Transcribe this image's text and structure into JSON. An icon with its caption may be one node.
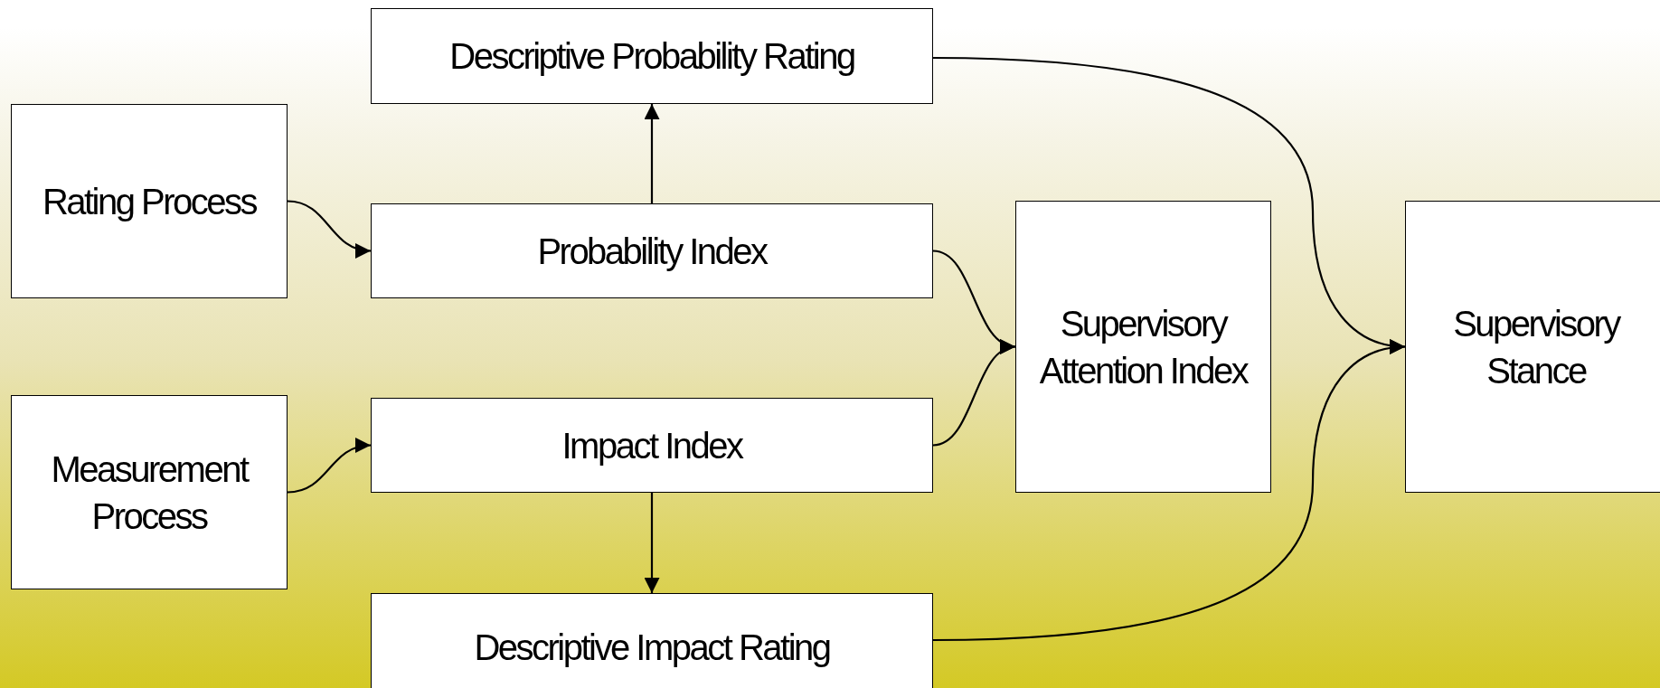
{
  "diagram": {
    "nodes": [
      {
        "text": [
          "Descriptive Probability Rating"
        ]
      },
      {
        "text": [
          "Rating Process"
        ]
      },
      {
        "text": [
          "Probability Index"
        ]
      },
      {
        "text": [
          "Supervisory Attention Index"
        ]
      },
      {
        "text": [
          "Supervisory Stance"
        ]
      },
      {
        "text": [
          "Measurement Process"
        ]
      },
      {
        "text": [
          "Impact Index"
        ]
      },
      {
        "text": [
          "Descriptive Impact Rating"
        ]
      }
    ],
    "edges": [
      {
        "from": 1,
        "to": 2,
        "arrow": "to"
      },
      {
        "from": 5,
        "to": 6,
        "arrow": "to"
      },
      {
        "from": 2,
        "to": 0,
        "arrow": "to"
      },
      {
        "from": 6,
        "to": 7,
        "arrow": "to"
      },
      {
        "from": 2,
        "to": 3,
        "arrow": "to"
      },
      {
        "from": 6,
        "to": 3,
        "arrow": "to"
      },
      {
        "from": 0,
        "to": 4,
        "arrow": "to"
      },
      {
        "from": 7,
        "to": 4,
        "arrow": "to"
      }
    ]
  }
}
